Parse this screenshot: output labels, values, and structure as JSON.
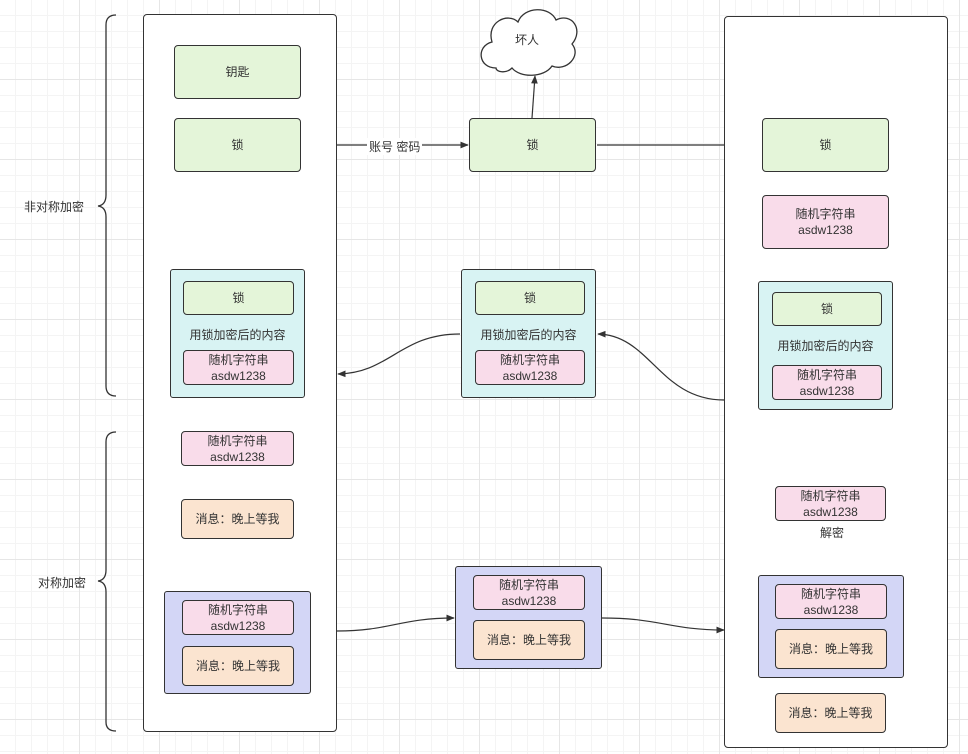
{
  "labels": {
    "asymmetric": "非对称加密",
    "symmetric": "对称加密",
    "account_password": "账号 密码",
    "decrypt": "解密"
  },
  "nodes": {
    "key": "钥匙",
    "lock": "锁",
    "bad_actor": "坏人",
    "encrypted_content": "用锁加密后的内容",
    "random_string_title": "随机字符串",
    "random_string_value": "asdw1238",
    "message": "消息：晚上等我"
  },
  "colors": {
    "green": "#e4f5d9",
    "pink": "#f9dcea",
    "cyan": "#d8f3f3",
    "peach": "#fbe4d0",
    "purple": "#d3d6f6",
    "stroke": "#333333"
  }
}
